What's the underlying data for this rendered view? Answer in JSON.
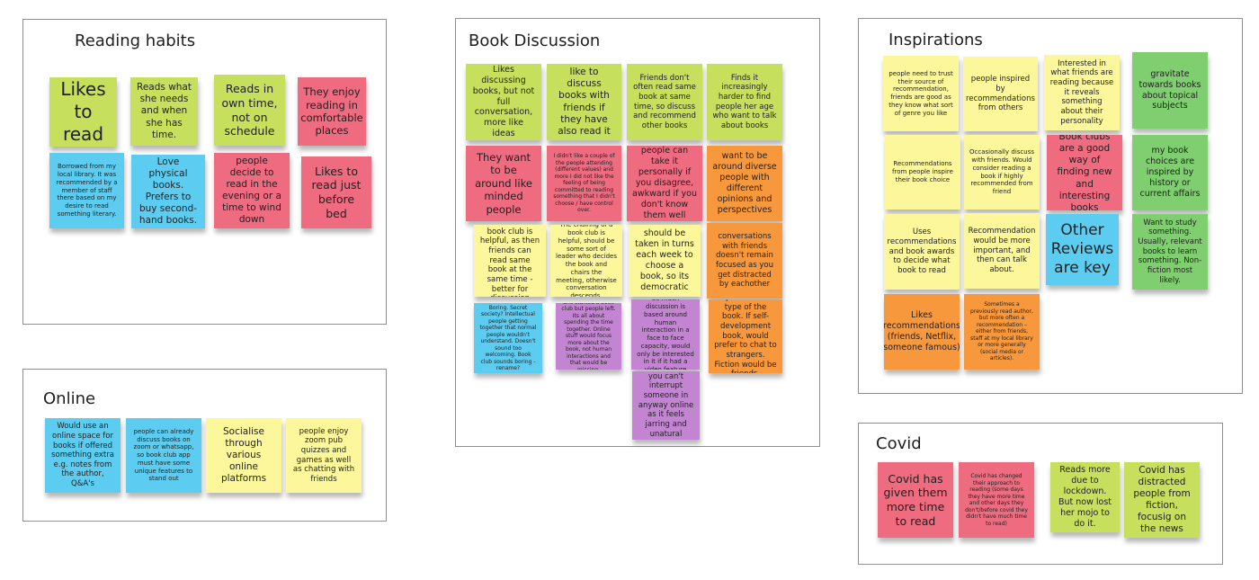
{
  "frames": {
    "reading_habits": "Reading habits",
    "online": "Online",
    "book_discussion": "Book Discussion",
    "inspirations": "Inspirations",
    "covid": "Covid"
  },
  "reading_habits": [
    "Likes to read",
    "Reads what she needs and when she has time.",
    "Reads in own time, not on schedule",
    "They enjoy reading in comfortable places",
    "Borrowed from my local library.  It was recommended by a member of staff there based on my desire to read something literary.",
    "Love physical books. Prefers to buy second-hand books.",
    "people decide to read in the evening or a time to wind down",
    "Likes to read just before bed"
  ],
  "online": [
    "Would use an online space for books if offered something extra e.g. notes from the author, Q&A's",
    "people can already discuss books on zoom or whatsapp, so book club app must have some unique features to stand out",
    "Socialise through various online platforms",
    "people enjoy zoom pub quizzes and games as well as chatting with friends"
  ],
  "book_discussion": [
    "Likes discussing books, but not full conversation, more like ideas",
    "like to discuss books with friends if they have also read it",
    "Friends don't often read same book at same time, so discuss and recommend other books",
    "Finds it increasingly harder to find people her age who want to talk about books",
    "They want to be around like minded people",
    "I didn't like a couple of the people attending (different values) and more I did not like the feeling of being committed to reading something that I didn't choose / have control over.",
    "people can take it personally if you disagree, awkward if you don't know them well",
    "want to be around diverse people with different opinions and perspectives",
    "structure of book club is helpful, as then friends can read same book at the same time - better for discussion",
    "The chairing of a book club is helpful, should be some sort of leader who decides the book and chairs the meeting, otherwise conversation descends.",
    "should be taken in turns each week to choose a book, so its democratic",
    "conversations with friends doesn't remain focused as you get distracted by eachother",
    "Boring. Secret society? Intellectual people getting together that normal people wouldn't understand. Doesn't sound too welcoming. Book club sounds boring - rename?",
    "She started a book club but people left. Its all about spending the time together. Online stuff would focus more about the book, not human interactions and that would be missing.",
    "So much discussion is based around human interaction in a face to face capacity, would only be interested in it if it had a video feature",
    "Depends on the type of the book. If self-development book, would prefer to chat to strangers. Fiction would be friends.",
    "you can't interrupt someone in anyway online as it feels jarring and unatural"
  ],
  "inspirations": [
    "people need to trust their source of recommendation, friends are good as they know what sort of genre you like",
    "people inspired by recommendations from others",
    "Interested in what friends are reading because it reveals something about their personality",
    "gravitate towards books about topical subjects",
    "Recommendations from people inspire their book choice",
    "Occasionally discuss with friends. Would consider reading a book if highly recommended from friend",
    "Book clubs are a good way of finding new and interesting books",
    "my book choices are inspired by history or current affairs",
    "Uses recommendations and book awards to decide what book to read",
    "Recommendation would be more important, and then can talk about.",
    "Other Reviews are key",
    "Want to study something. Usually, relevant books to learn something. Non-fiction most likely.",
    "Likes recommendations (friends, Netflix, someone famous)",
    "Sometimes a previously read author, but more often a recommendation – either from friends, staff at my local library or more generally (social media or articles)."
  ],
  "covid": [
    "Covid has given them more time to read",
    "Covid has changed their approach to reading (some days they have more time and other days they don't/before covid they didn't have much time to read)",
    "Reads more due to lockdown. But now lost her mojo to do it.",
    "Covid has distracted people from fiction, focusig on the news"
  ]
}
